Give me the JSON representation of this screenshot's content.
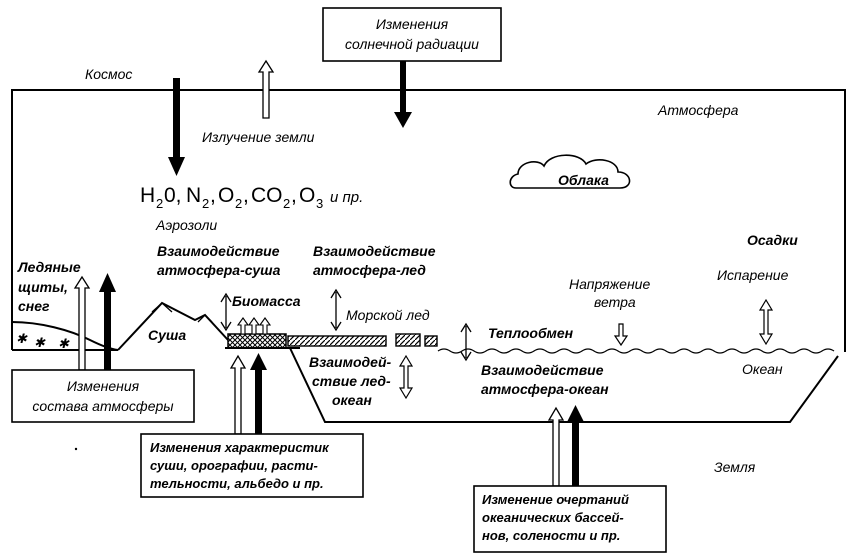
{
  "labels": {
    "solar_l1": "Изменения",
    "solar_l2": "солнечной радиации",
    "cosmos": "Космос",
    "atmosphere": "Атмосфера",
    "earth_radiation": "Излучение земли",
    "clouds": "Облака",
    "aerosols": "Аэрозоли",
    "ice_sheets_l1": "Ледяные",
    "ice_sheets_l2": "щиты,",
    "ice_sheets_l3": "снег",
    "atm_land_l1": "Взаимодействие",
    "atm_land_l2": "атмосфера-суша",
    "atm_ice_l1": "Взаимодействие",
    "atm_ice_l2": "атмосфера-лед",
    "precipitation": "Осадки",
    "wind_stress_l1": "Напряжение",
    "wind_stress_l2": "ветра",
    "evaporation": "Испарение",
    "biomass": "Биомасса",
    "sea_ice": "Морской лед",
    "land": "Суша",
    "heat_exchange": "Теплообмен",
    "ice_ocean_l1": "Взаимодей-",
    "ice_ocean_l2": "ствие лед-",
    "ice_ocean_l3": "океан",
    "atm_ocean_l1": "Взаимодействие",
    "atm_ocean_l2": "атмосфера-океан",
    "ocean": "Океан",
    "earth": "Земля",
    "comp_l1": "Изменения",
    "comp_l2": "состава атмосферы",
    "land_l1": "Изменения характеристик",
    "land_l2": "суши, орографии, расти-",
    "land_l3": "тельности, альбедо  и  пр.",
    "basin_l1": "Изменение очертаний",
    "basin_l2": "океанических бассей-",
    "basin_l3": "нов, солености  и  пр."
  },
  "chem": {
    "h": "H",
    "h_sub": "2",
    "h_rest": "0,",
    "n": "N",
    "n_sub": "2",
    "n_comma": ",",
    "o": "O",
    "o_sub": "2",
    "o_comma": ",",
    "co": "CO",
    "co_sub": "2",
    "co_comma": ",",
    "o3": "O",
    "o3_sub": "3",
    "tail": "и  пр."
  }
}
